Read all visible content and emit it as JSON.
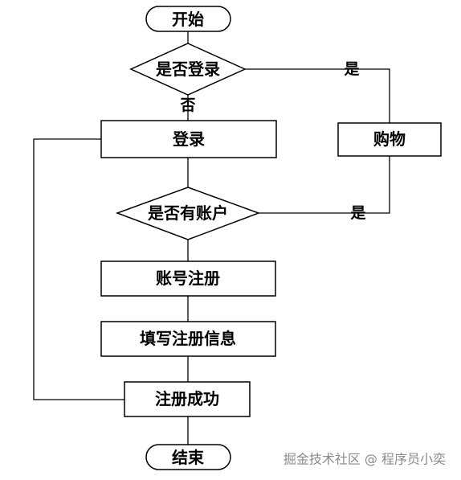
{
  "nodes": {
    "start": "开始",
    "is_logged_in": "是否登录",
    "login": "登录",
    "shopping": "购物",
    "has_account": "是否有账户",
    "register_account": "账号注册",
    "fill_info": "填写注册信息",
    "register_success": "注册成功",
    "end": "结束"
  },
  "edges": {
    "logged_in_yes": "是",
    "logged_in_no": "否",
    "has_account_yes": "是"
  },
  "watermark": "掘金技术社区 @ 程序员小奕"
}
